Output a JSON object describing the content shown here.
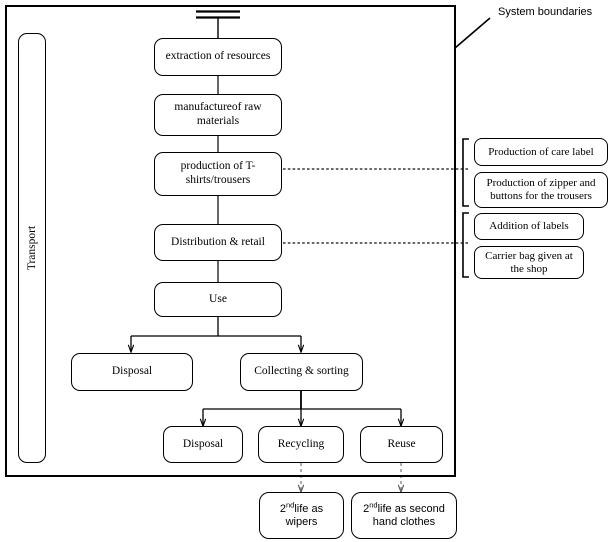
{
  "diagram": {
    "title_caption": "System boundaries",
    "system_boundary_label": "System boundaries",
    "transport_label": "Transport",
    "main_flow": [
      {
        "id": "extraction",
        "label": "extraction of resources"
      },
      {
        "id": "manufacture",
        "label": "manufactureof raw materials"
      },
      {
        "id": "production",
        "label": "production of T-shirts/trousers"
      },
      {
        "id": "distribution",
        "label": "Distribution & retail"
      },
      {
        "id": "use",
        "label": "Use"
      }
    ],
    "use_branch": [
      {
        "id": "disposal-1",
        "label": "Disposal"
      },
      {
        "id": "collecting",
        "label": "Collecting & sorting"
      }
    ],
    "sorting_branch": [
      {
        "id": "disposal-2",
        "label": "Disposal"
      },
      {
        "id": "recycling",
        "label": "Recycling"
      },
      {
        "id": "reuse",
        "label": "Reuse"
      }
    ],
    "second_life": [
      {
        "id": "wipers",
        "prefix": "2",
        "sup": "nd",
        "rest": "life as wipers"
      },
      {
        "id": "second-hand",
        "prefix": "2",
        "sup": "nd",
        "rest": "life as second hand clothes"
      }
    ],
    "side_inputs_group_1": [
      {
        "id": "care-label",
        "label": "Production of care label"
      },
      {
        "id": "zipper",
        "label": "Production of zipper and buttons for the trousers"
      }
    ],
    "side_inputs_group_2": [
      {
        "id": "addition-labels",
        "label": "Addition of labels"
      },
      {
        "id": "carrier-bag",
        "label": "Carrier bag given at the shop"
      }
    ],
    "colors": {
      "stroke": "#000000",
      "background": "#ffffff",
      "dashed_stroke": "#1a1a1a"
    }
  }
}
